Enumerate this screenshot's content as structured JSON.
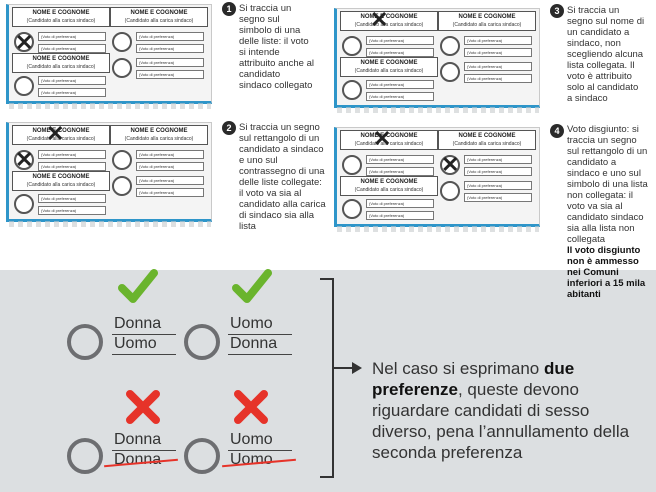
{
  "ballot": {
    "candidate_name": "NOME E COGNOME",
    "candidate_role": "(Candidato alla carica sindaco)",
    "preference_label": "(Voto di preferenza)"
  },
  "steps": [
    {
      "number": "1",
      "text": "Si traccia un segno sul simbolo di una delle liste: il voto si intende attribuito anche al candidato sindaco collegato"
    },
    {
      "number": "2",
      "text": "Si traccia un segno sul rettangolo di un candidato a sindaco e uno sul contrassegno di una delle liste collegate: il voto va sia al candidato alla carica di sindaco sia alla lista"
    },
    {
      "number": "3",
      "text": "Si traccia un segno sul nome di un candidato a sindaco, non scegliendo alcuna lista collegata. Il voto è attribuito solo al candidato a sindaco"
    },
    {
      "number": "4",
      "text": "Voto disgiunto: si traccia un segno sul rettangolo di un candidato a sindaco e uno sul simbolo di una lista non collegata: il voto va sia al candidato sindaco sia alla lista non collegata",
      "bold": "Il voto disgiunto non è ammesso nei Comuni inferiori a 15 mila abitanti"
    }
  ],
  "examples": {
    "valid_1": {
      "top": "Donna",
      "bottom": "Uomo"
    },
    "valid_2": {
      "top": "Uomo",
      "bottom": "Donna"
    },
    "invalid_1": {
      "top": "Donna",
      "bottom": "Donna"
    },
    "invalid_2": {
      "top": "Uomo",
      "bottom": "Uomo"
    }
  },
  "note": {
    "before": "Nel caso si esprimano ",
    "bold": "due preferenze",
    "after": ", queste devono riguardare candidati di sesso diverso, pena l’annullamento della seconda preferenza"
  },
  "colors": {
    "accent_blue": "#2e95c9",
    "valid_green": "#6ab42d",
    "invalid_red": "#e63329"
  }
}
